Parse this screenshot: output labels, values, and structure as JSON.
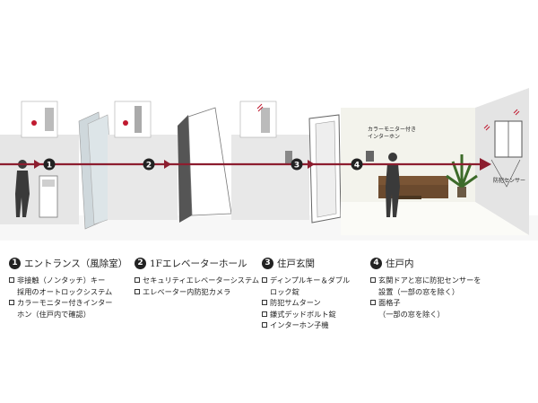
{
  "colors": {
    "arrow": "#8c1d2f",
    "wall": "#e8e8e8",
    "room": "#f2f2ea",
    "figure": "#3a3a3a"
  },
  "labels": {
    "intercom": [
      "カラーモニター付き",
      "インターホン"
    ],
    "sensor": "防犯センサー"
  },
  "markers": [
    "1",
    "2",
    "3",
    "4"
  ],
  "legend": [
    {
      "num": "1",
      "title": "エントランス（風除室）",
      "lines": [
        {
          "box": true,
          "text": "非接触（ノンタッチ）キー"
        },
        {
          "box": false,
          "text": "採用のオートロックシステム"
        },
        {
          "box": true,
          "text": "カラーモニター付きインター"
        },
        {
          "box": false,
          "text": "ホン（住戸内で確認）"
        }
      ]
    },
    {
      "num": "2",
      "title": "1Fエレベーターホール",
      "lines": [
        {
          "box": true,
          "text": "セキュリティエレベーターシステム"
        },
        {
          "box": true,
          "text": "エレベーター内防犯カメラ"
        }
      ]
    },
    {
      "num": "3",
      "title": "住戸玄関",
      "lines": [
        {
          "box": true,
          "text": "ディンプルキー＆ダブル"
        },
        {
          "box": false,
          "text": "ロック錠"
        },
        {
          "box": true,
          "text": "防犯サムターン"
        },
        {
          "box": true,
          "text": "鎌式デッドボルト錠"
        },
        {
          "box": true,
          "text": "インターホン子機"
        }
      ]
    },
    {
      "num": "4",
      "title": "住戸内",
      "lines": [
        {
          "box": true,
          "text": "玄関ドアと窓に防犯センサーを"
        },
        {
          "box": false,
          "text": "設置（一部の窓を除く）"
        },
        {
          "box": true,
          "text": "面格子"
        },
        {
          "box": false,
          "text": "（一部の窓を除く）"
        }
      ]
    }
  ]
}
